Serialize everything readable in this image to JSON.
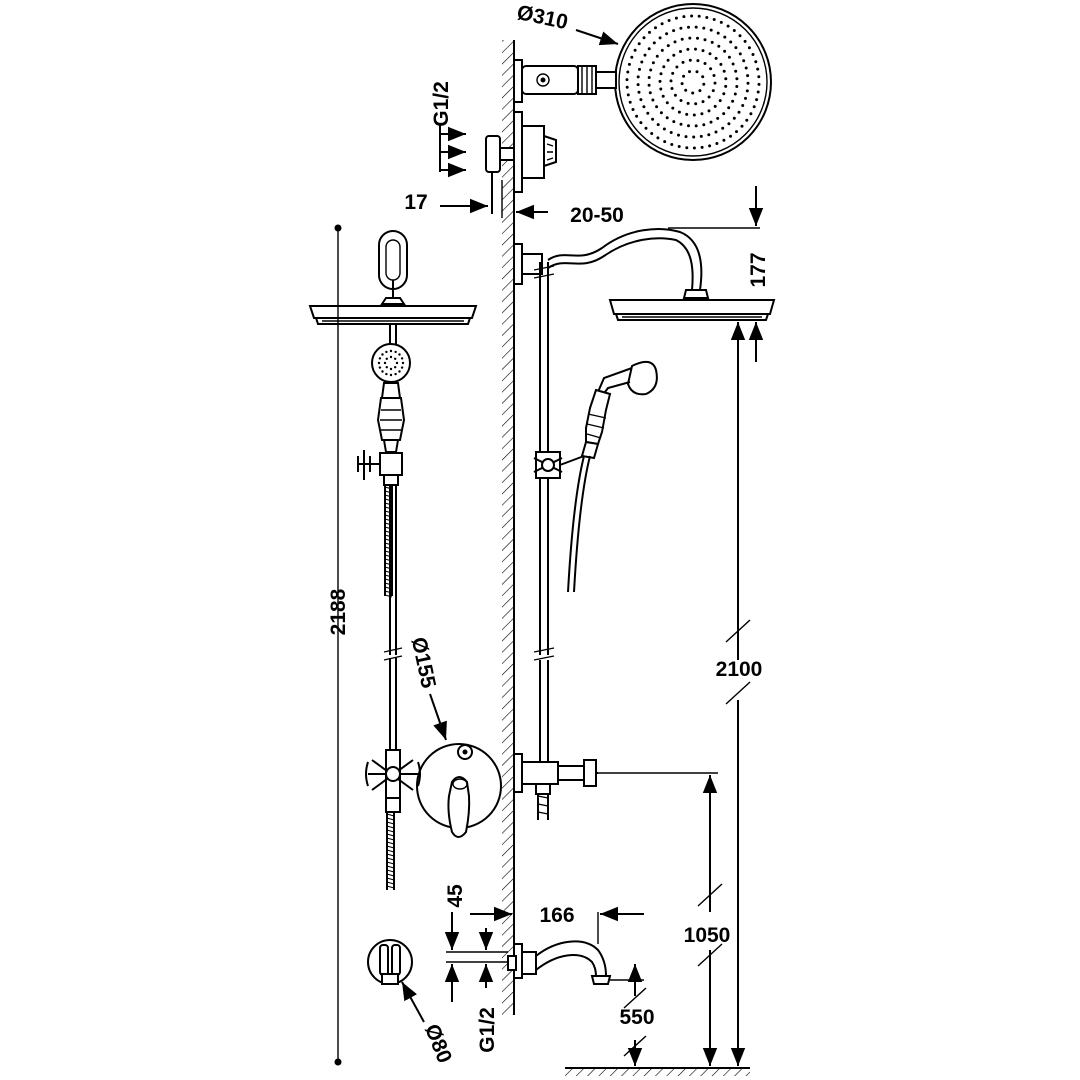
{
  "drawing": {
    "dimensions": {
      "rain_head_diameter": "Ø310",
      "thread_top": "G1/2",
      "wall_offset_left": "17",
      "wall_offset_right": "20-50",
      "arm_height": "177",
      "total_height": "2188",
      "head_height": "2100",
      "plate_diameter": "Ø155",
      "valve_height": "1050",
      "spout_reach": "166",
      "spout_offset": "45",
      "spout_height": "550",
      "spout_plate_diameter": "Ø80",
      "thread_bottom": "G1/2"
    }
  }
}
